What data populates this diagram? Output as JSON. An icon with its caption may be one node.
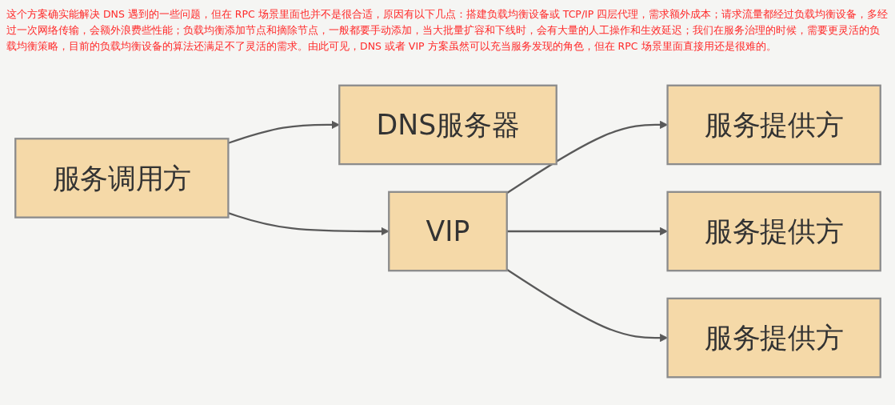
{
  "diagram": {
    "nodes": [
      {
        "text": [
          "服务调用方"
        ]
      },
      {
        "text": [
          "DNS服务器"
        ]
      },
      {
        "text": [
          "VIP"
        ]
      },
      {
        "text": [
          "服务提供方"
        ]
      },
      {
        "text": [
          "服务提供方"
        ]
      },
      {
        "text": [
          "服务提供方"
        ]
      }
    ],
    "edges": [
      {
        "from": 0,
        "to": 1,
        "arrow": "to"
      },
      {
        "from": 0,
        "to": 2,
        "arrow": "to"
      },
      {
        "from": 2,
        "to": 3,
        "arrow": "to"
      },
      {
        "from": 2,
        "to": 4,
        "arrow": "to"
      },
      {
        "from": 2,
        "to": 5,
        "arrow": "to"
      }
    ],
    "labels": [
      "这个方案确实能解决 DNS 遇到的一些问题，但在 RPC 场景里面也并不是很合适，原因有以下几点：搭建负载均衡设备或 TCP/IP 四层代理，需求额外成本；请求流量都经过负载均衡设备，多经过一次网络传输，会额外浪费些性能；负载均衡添加节点和摘除节点，一般都要手动添加，当大批量扩容和下线时，会有大量的人工操作和生效延迟；我们在服务治理的时候，需要更灵活的负载均衡策略，目前的负载均衡设备的算法还满足不了灵活的需求。由此可见，DNS 或者 VIP 方案虽然可以充当服务发现的角色，但在 RPC 场景里面直接用还是很难的。"
    ]
  }
}
